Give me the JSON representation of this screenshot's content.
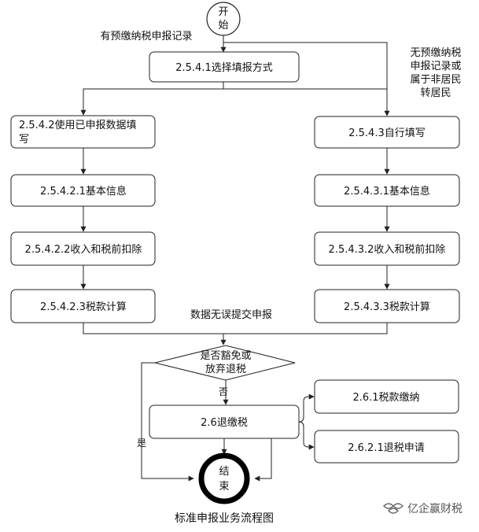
{
  "flow": {
    "start": [
      "开",
      "始"
    ],
    "end": [
      "结",
      "束"
    ],
    "select_method": "2.5.4.1选择填报方式",
    "left": {
      "branch_label": "有预缴纳税申报记录",
      "use_prefilled": [
        "2.5.4.2使用已申报数据填",
        "写"
      ],
      "basic_info": "2.5.4.2.1基本信息",
      "income_deductions": "2.5.4.2.2收入和税前扣除",
      "tax_calc": "2.5.4.2.3税款计算"
    },
    "right": {
      "branch_label": [
        "无预缴纳税",
        "申报记录或",
        "属于非居民",
        "转居民"
      ],
      "self_fill": "2.5.4.3自行填写",
      "basic_info": "2.5.4.3.1基本信息",
      "income_deductions": "2.5.4.3.2收入和税前扣除",
      "tax_calc": "2.5.4.3.3税款计算"
    },
    "submit_label": "数据无误提交申报",
    "decision": [
      "是否豁免或",
      "放弃退税"
    ],
    "no_label": "否",
    "yes_label": "是",
    "refund_box": "2.6退缴税",
    "pay_box": "2.6.1税款缴纳",
    "refund_apply_box": "2.6.2.1退税申请"
  },
  "caption": "标准申报业务流程图",
  "watermark": "亿企赢财税"
}
